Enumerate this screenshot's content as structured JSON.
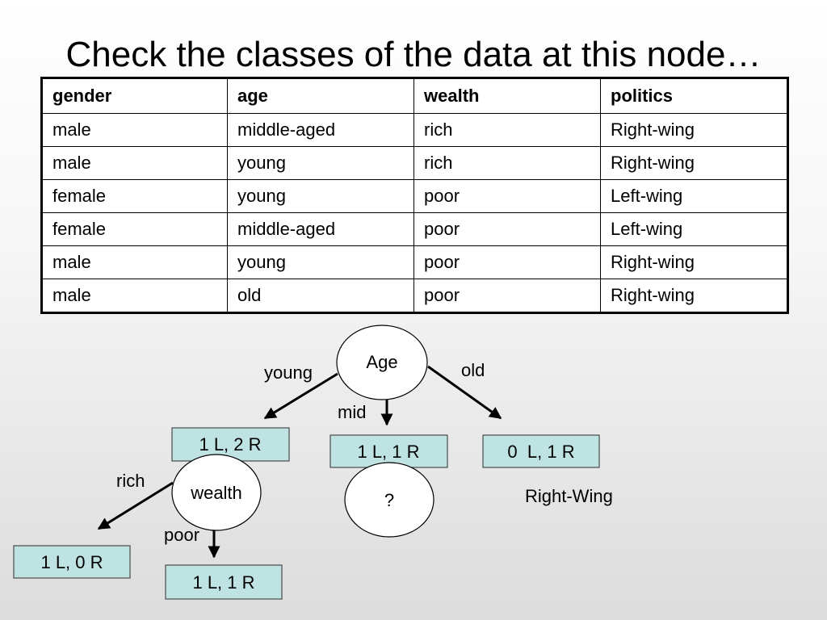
{
  "slide": {
    "title": "Check the classes of the data at this node…"
  },
  "table": {
    "headers": [
      "gender",
      "age",
      "wealth",
      "politics"
    ],
    "rows": [
      [
        "male",
        "middle-aged",
        "rich",
        "Right-wing"
      ],
      [
        "male",
        "young",
        "rich",
        "Right-wing"
      ],
      [
        "female",
        "young",
        "poor",
        "Left-wing"
      ],
      [
        "female",
        "middle-aged",
        "poor",
        "Left-wing"
      ],
      [
        "male",
        "young",
        "poor",
        "Right-wing"
      ],
      [
        "male",
        "old",
        "poor",
        "Right-wing"
      ]
    ]
  },
  "tree": {
    "nodes": {
      "age": "Age",
      "wealth": "wealth",
      "unknown": "?"
    },
    "edges": {
      "young": "young",
      "mid": "mid",
      "old": "old",
      "rich": "rich",
      "poor": "poor"
    },
    "leaves": {
      "young": "1 L, 2 R",
      "mid": "1 L, 1 R",
      "old": "0  L, 1 R",
      "rich": "1 L, 0 R",
      "poor": "1 L, 1 R"
    },
    "note": "Right-Wing"
  },
  "colors": {
    "leaf_fill": "#bfe3e3",
    "leaf_border": "#4a4a4a",
    "node_fill": "#ffffff"
  }
}
